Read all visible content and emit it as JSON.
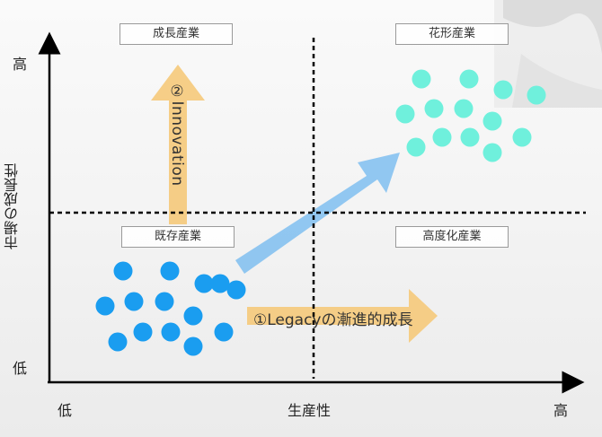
{
  "axes": {
    "x_label": "生産性",
    "x_low": "低",
    "x_high": "高",
    "y_label": "市場の成長性",
    "y_low": "低",
    "y_high": "高"
  },
  "quadrants": {
    "top_left": "成長産業",
    "top_right": "花形産業",
    "bottom_left": "既存産業",
    "bottom_right": "高度化産業"
  },
  "arrows": {
    "innovation": "②Innovation",
    "legacy": "①Legacyの漸進的成長"
  },
  "colors": {
    "blue_dots": "#1a9df0",
    "teal_dots": "#6ff0dc",
    "orange_arrow": "#f5c97a",
    "blue_arrow": "#7fbef0",
    "axis": "#000000"
  },
  "dot_groups": {
    "existing_count": 14,
    "star_count": 13
  }
}
